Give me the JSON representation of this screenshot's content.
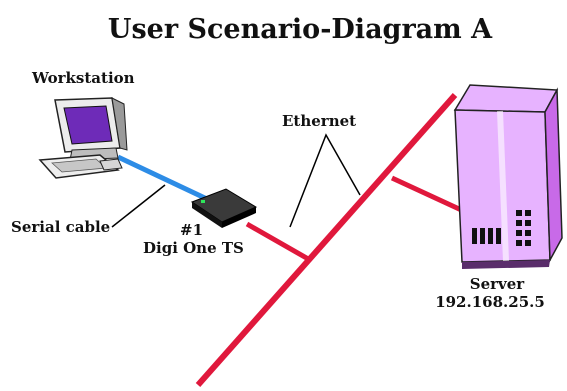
{
  "title": "User Scenario-Diagram A",
  "labels": {
    "workstation": "Workstation",
    "ethernet": "Ethernet",
    "serial_cable": "Serial cable",
    "device_number": "#1",
    "device_name": "Digi One TS",
    "server_name": "Server",
    "server_ip": "192.168.25.5"
  },
  "colors": {
    "ethernet_line": "#e0183c",
    "serial_line": "#2d8ce6",
    "server_body": "#e7b3ff",
    "server_shade": "#c86ae8",
    "monitor_screen": "#6e2bb8"
  }
}
